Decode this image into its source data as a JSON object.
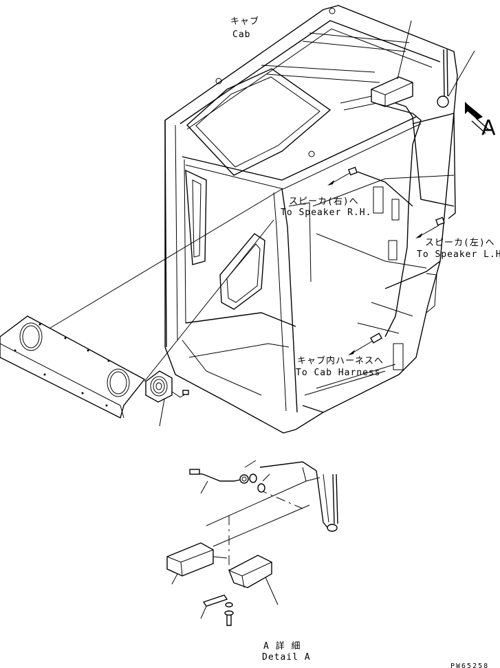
{
  "labels": {
    "cab_jp": "キャブ",
    "cab_en": "Cab",
    "speaker_rh_jp": "スピーカ(右)へ",
    "speaker_rh_en": "To Speaker R.H.",
    "speaker_lh_jp": "スピーカ(左)へ",
    "speaker_lh_en": "To Speaker L.H.",
    "harness_jp": "キャブ内ハーネスへ",
    "harness_en": "To Cab Harness",
    "view_letter": "A",
    "detail_jp": "A 詳 細",
    "detail_en": "Detail A",
    "drawing_number": "PW65258"
  }
}
